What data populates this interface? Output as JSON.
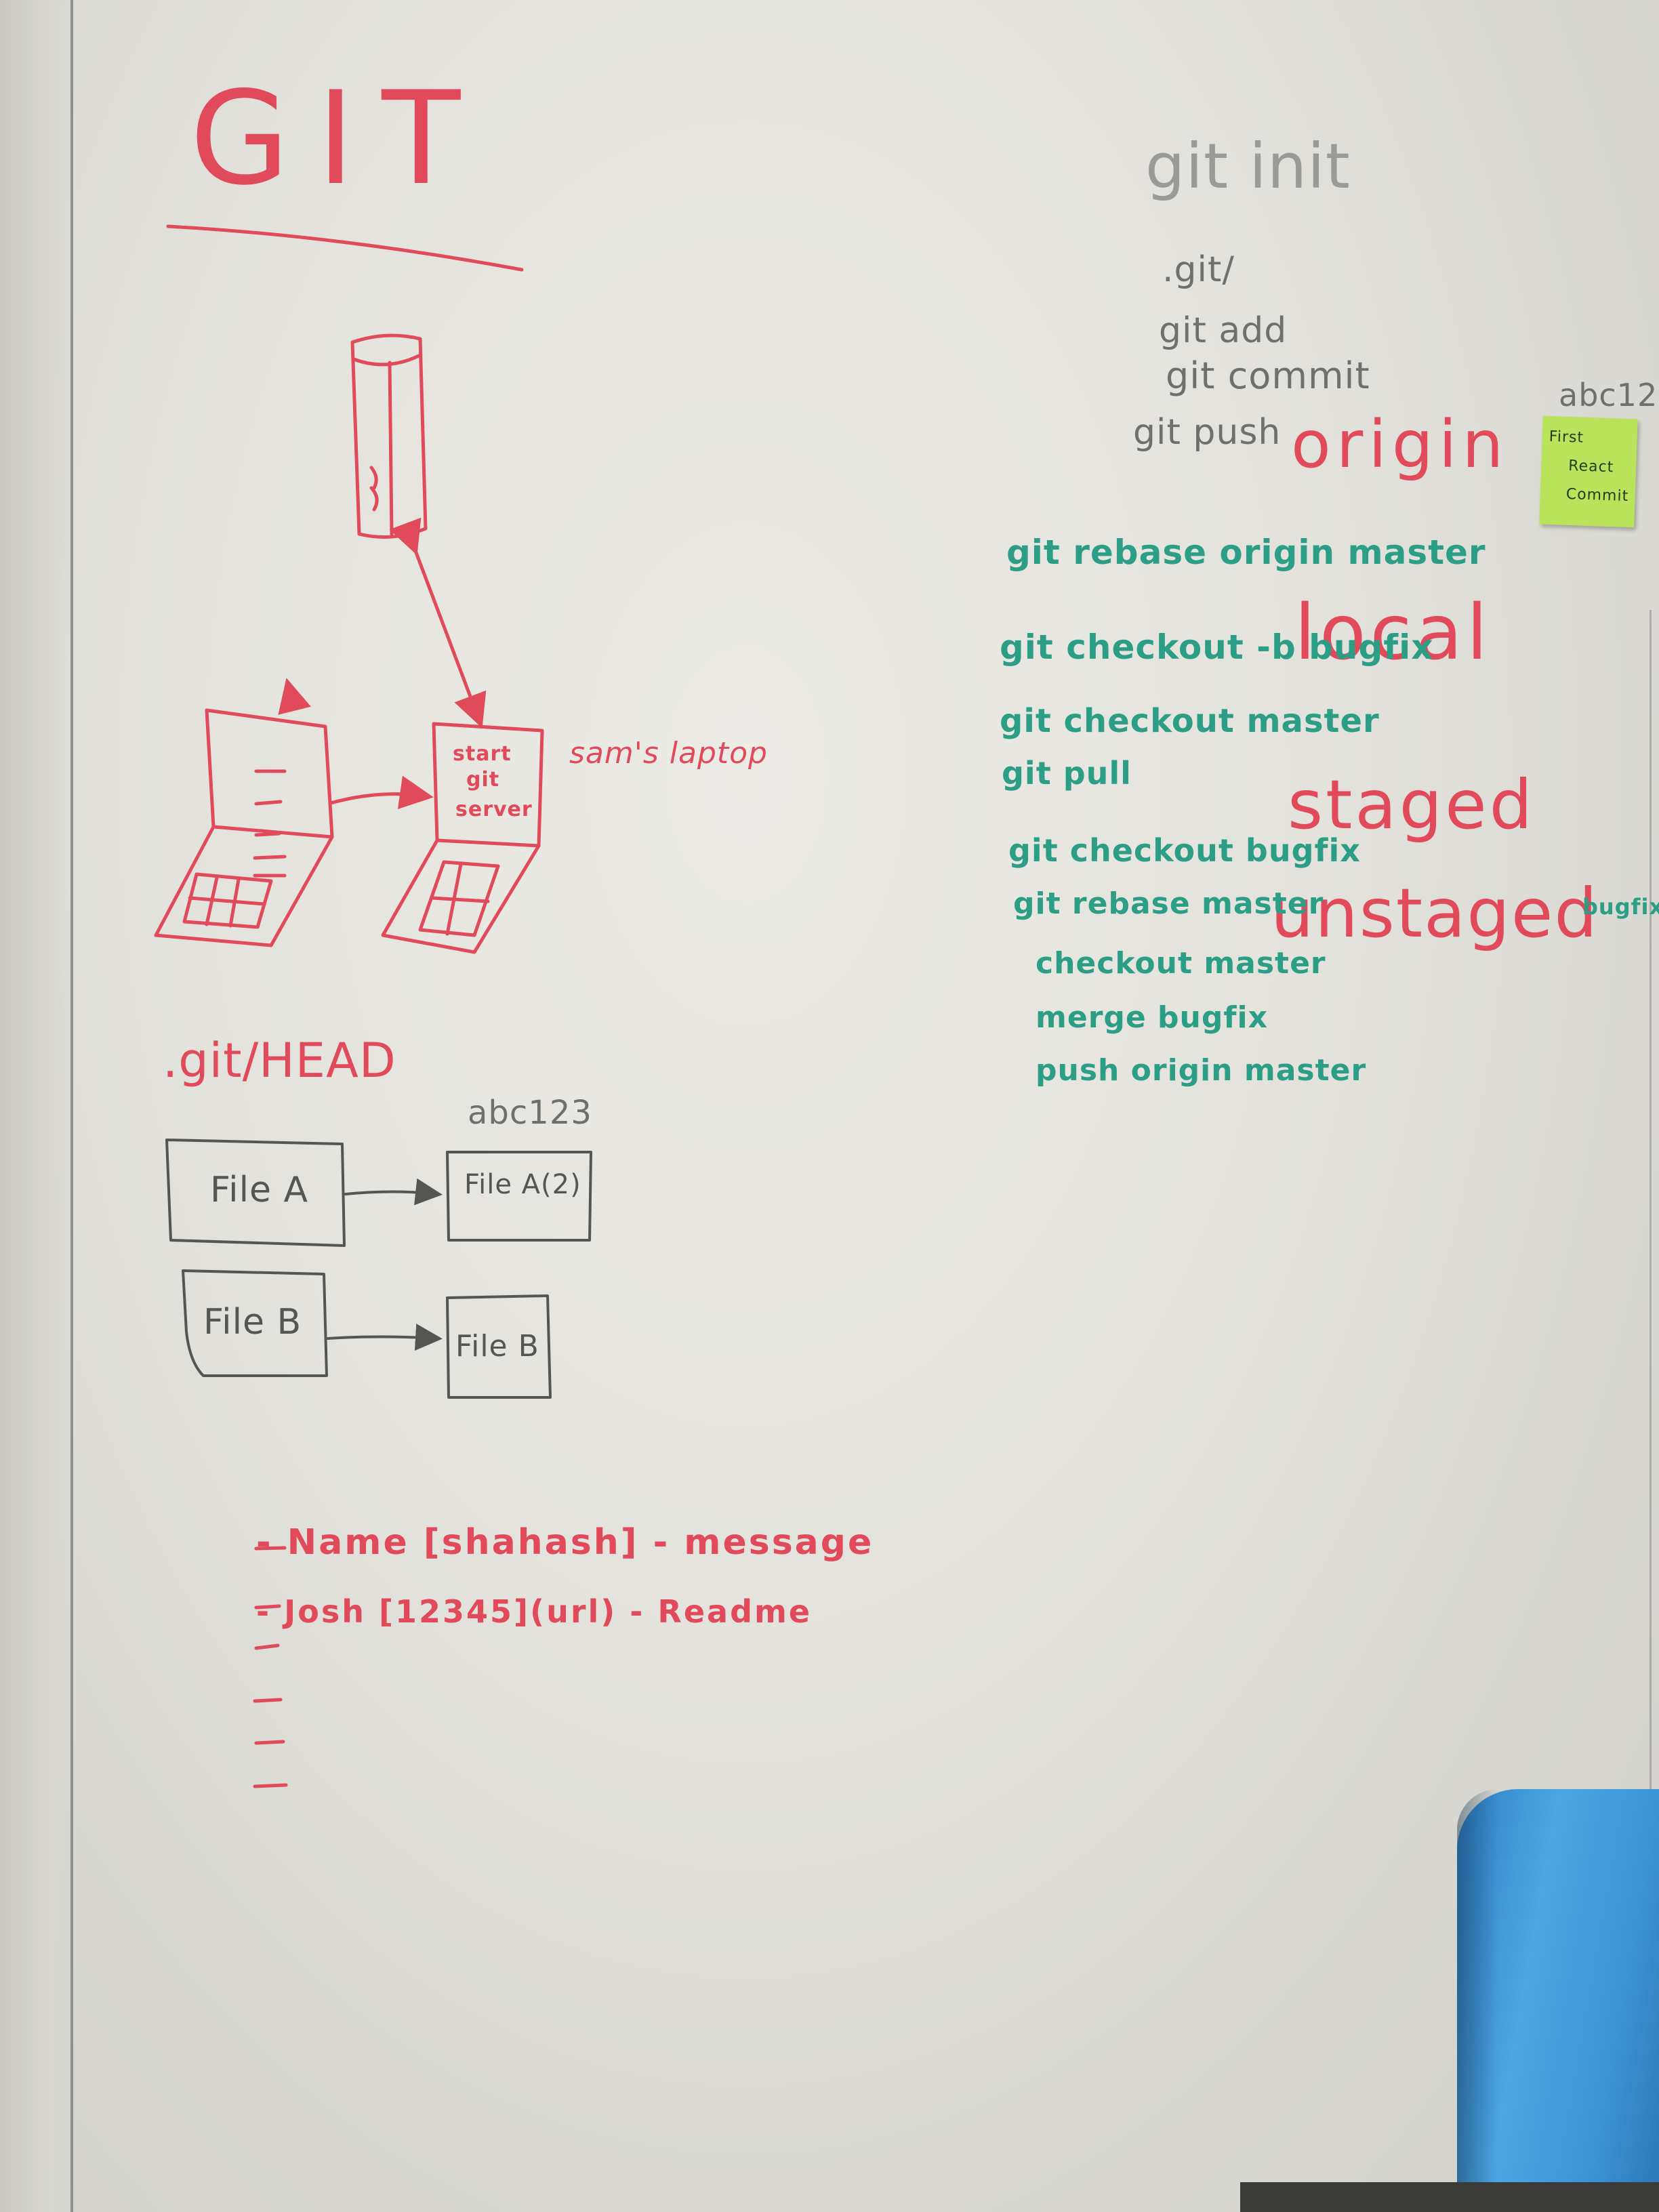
{
  "whiteboard": {
    "title": "GIT",
    "gray_commands": [
      "git init",
      ".git/",
      "git add",
      "git commit",
      "git push"
    ],
    "red_terms": [
      "origin",
      "local",
      "staged",
      "unstaged"
    ],
    "sticky_hash": "abc12",
    "sticky_note": [
      "First",
      "React",
      "Commit"
    ],
    "green_commands": [
      "git rebase origin master",
      "git checkout -b bugfix",
      "git checkout master",
      "git pull",
      "git checkout bugfix",
      "git rebase master",
      "checkout master",
      "merge bugfix",
      "push origin master"
    ],
    "branch_label": "bugfix",
    "laptop_screen": [
      "start",
      "git",
      "server"
    ],
    "laptop_label": "sam's laptop",
    "head_label": ".git/HEAD",
    "commit_hash": "abc123",
    "files": {
      "a_from": "File A",
      "a_to": "File A(2)",
      "b_from": "File B",
      "b_to": "File B"
    },
    "log_lines": [
      "- Name [shahash] - message",
      "- Josh [12345](url) - Readme"
    ]
  },
  "colors": {
    "board": "#e6e5e0",
    "red_marker": "#e04a5a",
    "green_marker": "#2d9e86",
    "black_marker": "#555553",
    "sticky": "#b8e35a",
    "chair": "#3a93d6"
  }
}
